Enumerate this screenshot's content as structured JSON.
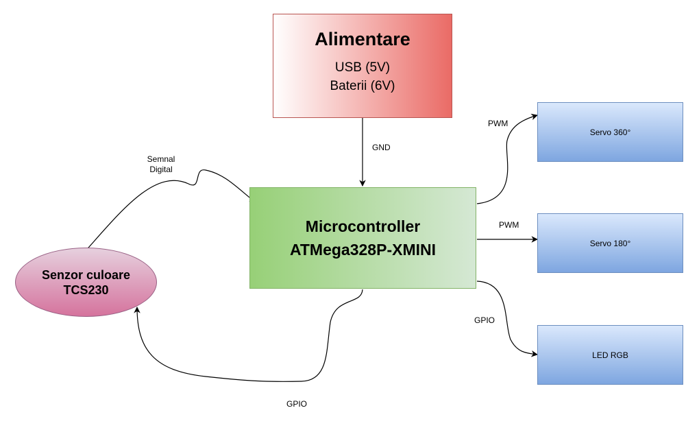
{
  "power": {
    "title": "Alimentare",
    "line1": "USB (5V)",
    "line2": "Baterii (6V)"
  },
  "mcu": {
    "line1": "Microcontroller",
    "line2": "ATMega328P-XMINI"
  },
  "sensor": {
    "line1": "Senzor culoare",
    "line2": "TCS230"
  },
  "outputs": {
    "servo360": "Servo 360°",
    "servo180": "Servo 180°",
    "led": "LED RGB"
  },
  "edges": {
    "gnd": "GND",
    "semnal_line1": "Semnal",
    "semnal_line2": "Digital",
    "pwm_top": "PWM",
    "pwm_mid": "PWM",
    "gpio_right": "GPIO",
    "gpio_bottom": "GPIO"
  },
  "colors": {
    "power_fill_end": "#ea6b66",
    "mcu_fill_start": "#97d077",
    "sensor_fill_end": "#d5739d",
    "output_fill_end": "#7ea6e0",
    "wire": "#000000"
  }
}
